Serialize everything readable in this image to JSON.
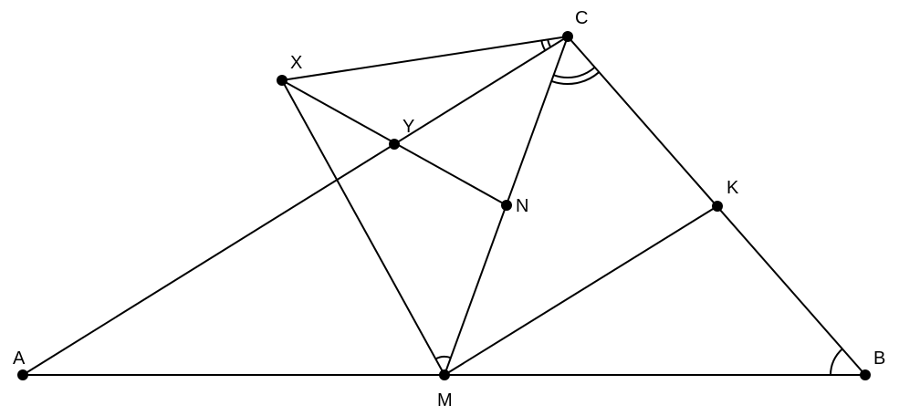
{
  "points": {
    "A": "A",
    "B": "B",
    "C": "C",
    "X": "X",
    "Y": "Y",
    "N": "N",
    "K": "K",
    "M": "M"
  },
  "segments": [
    [
      "A",
      "B"
    ],
    [
      "A",
      "C"
    ],
    [
      "C",
      "B"
    ],
    [
      "X",
      "C"
    ],
    [
      "X",
      "M"
    ],
    [
      "X",
      "N"
    ],
    [
      "C",
      "M"
    ],
    [
      "M",
      "K"
    ]
  ],
  "angle_marks": [
    {
      "vertex": "C",
      "from": "X",
      "to": "A",
      "arcs": 2
    },
    {
      "vertex": "C",
      "from": "N",
      "to": "B",
      "arcs": 2
    },
    {
      "vertex": "M",
      "from": "X",
      "to": "N",
      "arcs": 1
    },
    {
      "vertex": "B",
      "from": "A",
      "to": "C",
      "arcs": 1
    }
  ]
}
